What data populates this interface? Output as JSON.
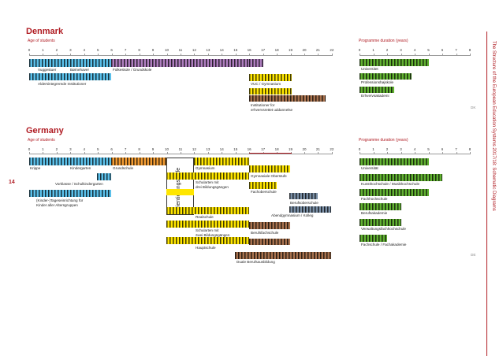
{
  "sidebar_text": "The Structure of the European Education Systems 2017/18: Schematic Diagrams",
  "page_number": "14",
  "age_ticks": [
    "0",
    "1",
    "2",
    "3",
    "4",
    "5",
    "6",
    "7",
    "8",
    "9",
    "10",
    "11",
    "12",
    "13",
    "14",
    "15",
    "16",
    "17",
    "18",
    "19",
    "20",
    "21",
    "22"
  ],
  "duration_ticks": [
    "0",
    "1",
    "2",
    "3",
    "4",
    "5",
    "6",
    "7",
    "8"
  ],
  "colors": {
    "blue": "#5bc0ea",
    "purple": "#b07fc0",
    "yellow": "#ffe600",
    "green": "#62b332",
    "brown": "#a8724e",
    "orange": "#f39c32",
    "grey": "#7a8fa6",
    "red": "#b01c23"
  },
  "denmark": {
    "title": "Denmark",
    "age_caption": "Age of students",
    "duration_caption": "Programme duration (years)",
    "labels": {
      "vuggestuer": "Vuggestuer",
      "bornehaver": "Børnehaver",
      "folkeskole": "Folkeskole / Grundskole",
      "aldersint": "Aldersintegrerede Institutioner",
      "vuc": "VUC / Gymnasium",
      "inst1": "Institutioner for",
      "inst2": "erhvervsrettet uddannelse",
      "universitet": "Universitet",
      "profhojskole": "Professionshøjskole",
      "erhvervsakademi": "Erhvervsakademi",
      "dk": "DK"
    }
  },
  "germany": {
    "title": "Germany",
    "age_caption": "Age of students",
    "duration_caption": "Programme duration (years)",
    "labels": {
      "krippe": "Krippe",
      "kindergarten": "Kindergarten",
      "grundschule": "Grundschule",
      "vorklasse": "Vorklasse / Schulkindergarten",
      "kinder1": "(Kinder-)Tageseinrichtung für",
      "kinder2": "Kinder aller Altersgruppen",
      "orientierung": "Orientierungsstufe",
      "gymnasium": "Gymnasium",
      "gymoberstufe": "Gymnasiale Oberstufe",
      "schularten1a": "Schularten mit",
      "schularten1b": "drei Bildungsgängen",
      "fachoberschule": "Fachoberschule",
      "berufsoberschule": "Berufsoberschule",
      "abendgym": "Abendgymnasium / Kolleg",
      "realschule": "Realschule",
      "schularten2a": "Schularten mit",
      "schularten2b": "zwei Bildungsgängen",
      "berufsfachschule": "Berufsfachschule",
      "hauptschule": "Hauptschule",
      "dualeausbildung": "Duale Berufsausbildung",
      "universitat": "Universität",
      "kunsthochschule": "Kunsthochschule / Musikhochschule",
      "fachhochschule": "Fachhochschule",
      "berufsakademie": "Berufsakademie",
      "verwaltungsfh": "Verwaltungsfachhochschule",
      "fachschule": "Fachschule / Fachakademie",
      "de": "DE"
    }
  }
}
